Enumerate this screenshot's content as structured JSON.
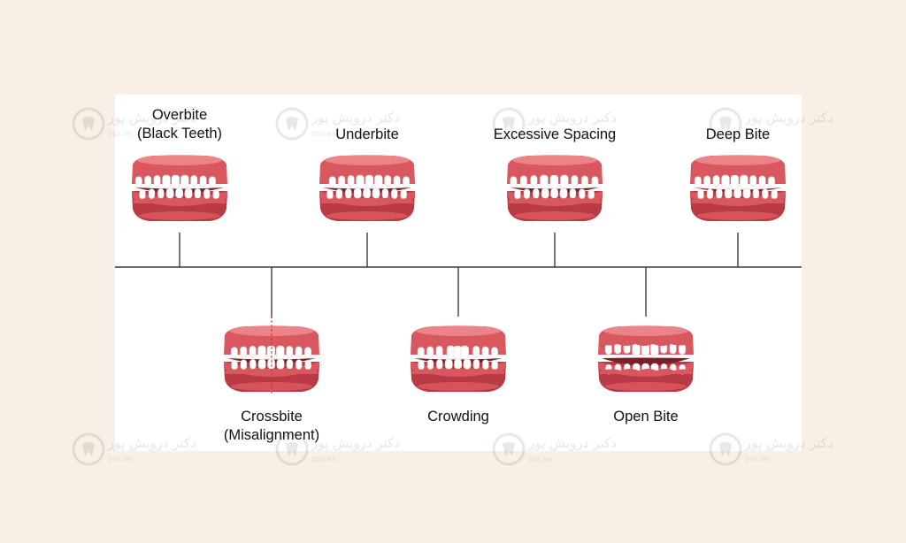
{
  "colors": {
    "background": "#f8efe6",
    "panel": "#ffffff",
    "line": "#3c3c3c",
    "gum": "#d9575e",
    "gum_dark": "#b73a45",
    "gum_light": "#ef8f92",
    "tooth": "#ffffff"
  },
  "conditions_top": [
    {
      "lines": [
        "Overbite",
        "(Black Teeth)"
      ],
      "variant": "overbite"
    },
    {
      "lines": [
        "Underbite"
      ],
      "variant": "underbite"
    },
    {
      "lines": [
        "Excessive Spacing"
      ],
      "variant": "spacing"
    },
    {
      "lines": [
        "Deep Bite"
      ],
      "variant": "deepbite"
    }
  ],
  "conditions_bottom": [
    {
      "lines": [
        "Crossbite",
        "(Misalignment)"
      ],
      "variant": "crossbite"
    },
    {
      "lines": [
        "Crowding"
      ],
      "variant": "crowding"
    },
    {
      "lines": [
        "Open Bite"
      ],
      "variant": "openbite"
    }
  ],
  "watermark": {
    "text": "دکتر درویش پور",
    "badge": "DDS MS",
    "icon": "tooth-logo-icon"
  }
}
